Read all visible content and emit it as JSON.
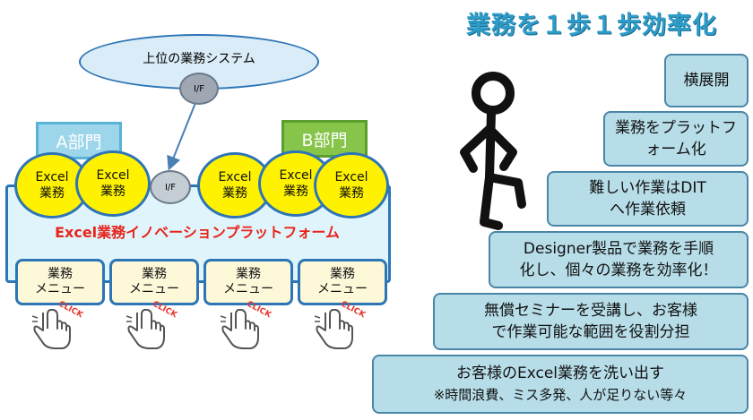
{
  "title": "業務を１歩１歩効率化",
  "upper_system": "上位の業務システム",
  "if_label": "I/F",
  "dept_a": "A部門",
  "dept_b": "B部門",
  "excel_line1": "Excel",
  "excel_line2": "業務",
  "platform_label": "Excel業務イノベーションプラットフォーム",
  "menu_line1": "業務",
  "menu_line2": "メニュー",
  "click_label": "CLICK",
  "steps": [
    {
      "line1": "横展開",
      "line2": ""
    },
    {
      "line1": "業務をプラットフ",
      "line2": "ォーム化"
    },
    {
      "line1": "難しい作業はDIT",
      "line2": "へ作業依頼"
    },
    {
      "line1": "Designer製品で業務を手順",
      "line2": "化し、個々の業務を効率化！"
    },
    {
      "line1": "無償セミナーを受講し、お客様",
      "line2": "で作業可能な範囲を役割分担"
    },
    {
      "line1": "お客様のExcel業務を洗い出す",
      "line2": "※時間浪費、ミス多発、人が足りない等々"
    }
  ],
  "colors": {
    "title": "#2e9cc8",
    "excel_bubble": "#fff200",
    "platform": "#dff5fb",
    "step_fill": "#b7dde8",
    "step_border": "#4a86a8",
    "platform_text": "#e8231c",
    "dept_a": "#9dd5ea",
    "dept_b": "#86c54a"
  }
}
